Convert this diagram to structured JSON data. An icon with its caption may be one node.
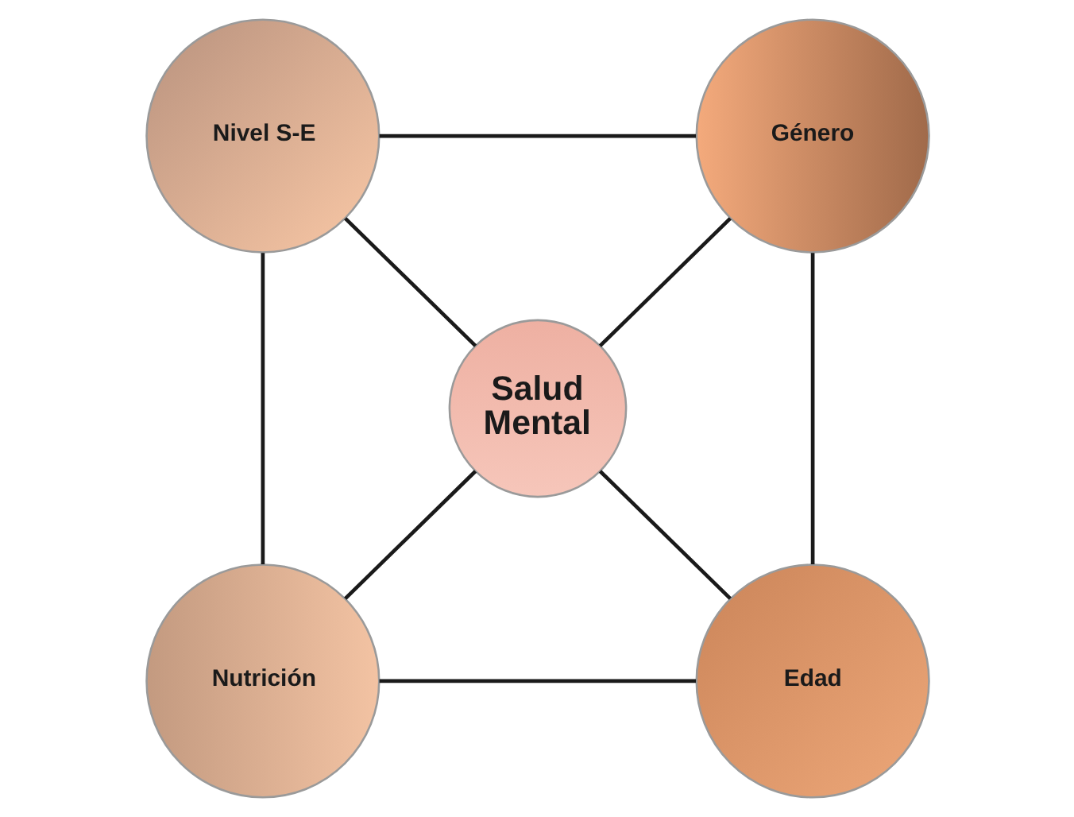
{
  "diagram": {
    "nodes": [
      {
        "text": [
          "Nivel S-E"
        ]
      },
      {
        "text": [
          "Género"
        ]
      },
      {
        "text": [
          "Salud Mental"
        ]
      },
      {
        "text": [
          "Nutrición"
        ]
      },
      {
        "text": [
          "Edad"
        ]
      }
    ],
    "edges": [
      {
        "from": 0,
        "to": 1,
        "arrow": "none"
      },
      {
        "from": 0,
        "to": 3,
        "arrow": "none"
      },
      {
        "from": 1,
        "to": 4,
        "arrow": "none"
      },
      {
        "from": 3,
        "to": 4,
        "arrow": "none"
      },
      {
        "from": 0,
        "to": 2,
        "arrow": "none"
      },
      {
        "from": 1,
        "to": 2,
        "arrow": "none"
      },
      {
        "from": 2,
        "to": 3,
        "arrow": "none"
      },
      {
        "from": 2,
        "to": 4,
        "arrow": "none"
      }
    ]
  }
}
